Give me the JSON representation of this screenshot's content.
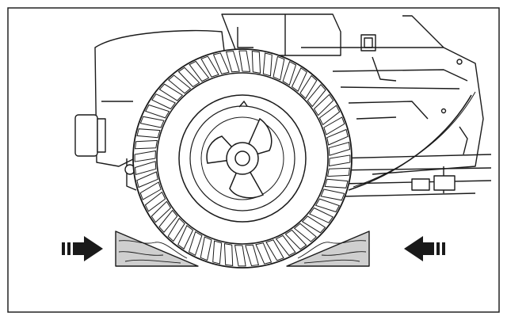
{
  "illustration": {
    "subject": "tractor-rear-wheel-with-chocks",
    "icons": [
      "tire-icon",
      "hub-cap-icon",
      "wheel-chock-icon",
      "push-arrow-icon"
    ],
    "arrows": [
      {
        "side": "left",
        "direction": "right"
      },
      {
        "side": "right",
        "direction": "left"
      }
    ],
    "colors": {
      "line": "#1a1a1a",
      "wood_fill": "#cfcfcf",
      "background": "#ffffff",
      "frame": "#222222"
    }
  }
}
